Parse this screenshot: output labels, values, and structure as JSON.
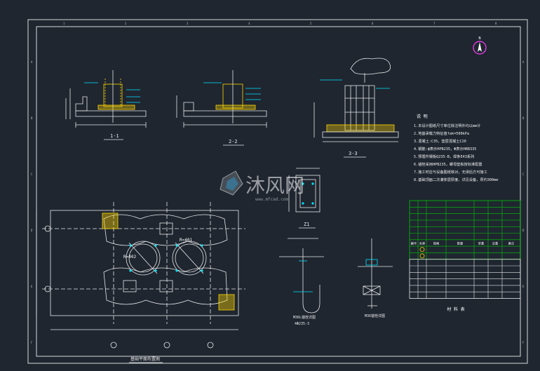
{
  "watermark": {
    "brand": "沐风网",
    "url": "www.mfcad.com"
  },
  "sections": {
    "s1": "1-1",
    "s2": "2-2",
    "s3": "3-3",
    "z1": "Z1"
  },
  "plan": {
    "title": "基础平面布置图",
    "r_left": "R=402",
    "r_right": "R=401"
  },
  "notes": {
    "heading": "说 明",
    "lines": [
      "1.本设计图纸尺寸单位除注明外均以mm计",
      "2.地基承载力特征值fak=500kPa",
      "3.混凝土:C35，垫层混凝土C20",
      "4.钢筋:ф表示HPB235，Φ表示HRB335",
      "5.预埋件钢板Q235-B，焊条E43系列",
      "6.锚栓采用HPB235，螺母垫板按标准配置",
      "7.施工时应与设备图纸核对，无误后方可施工",
      "8.基础顶面二次灌浆层厚度，详见设备，厚约300mm"
    ]
  },
  "bolts": {
    "left_caption": "M36L锚栓详图",
    "left_sub": "4Φ235-3",
    "right_caption": "M36锚栓详图"
  },
  "table": {
    "title": "材 料 表",
    "header": [
      "编号",
      "名称",
      "规格",
      "数量",
      "单重",
      "总重",
      "备注"
    ],
    "green_rows": 9,
    "white_rows": 6
  },
  "north": {
    "label": "N"
  },
  "frame": {
    "top_ticks": [
      "1",
      "2",
      "3",
      "4",
      "5",
      "6",
      "7",
      "8"
    ],
    "side_ticks": [
      "A",
      "B",
      "C",
      "D",
      "E",
      "F"
    ]
  },
  "colors": {
    "background": "#1f2630",
    "line": "#e8e8e8",
    "yellow": "#ffd700",
    "cyan": "#00e5ff",
    "green": "#00c800",
    "magenta": "#ff40ff",
    "red": "#ff3030"
  }
}
